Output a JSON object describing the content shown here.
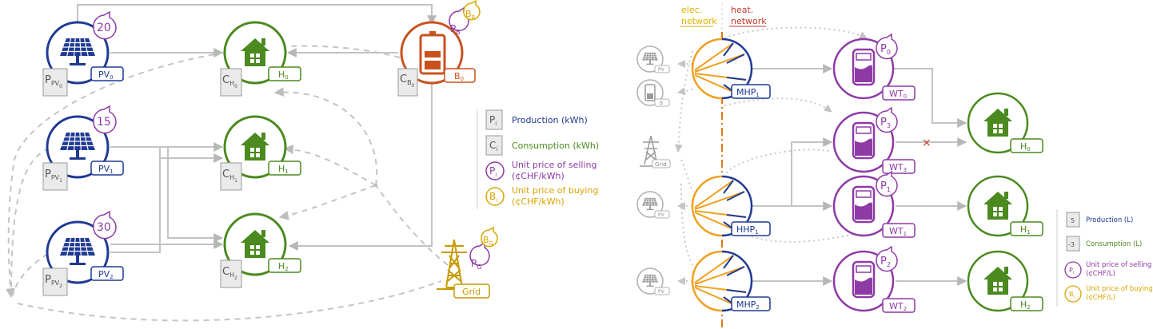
{
  "colors": {
    "blue": "#1f3a93",
    "green": "#4a8a1e",
    "purple": "#8e3aa6",
    "orange": "#c8511e",
    "gold": "#d9a400",
    "gray": "#b7b7b7",
    "darkgray": "#8c8c8c",
    "red": "#c0392b"
  },
  "left": {
    "pv_units": [
      {
        "price": "20",
        "tag": "PV",
        "tag_sub": "0",
        "prod": "P",
        "prod_sub": "PV",
        "prod_subsub": "0"
      },
      {
        "price": "15",
        "tag": "PV",
        "tag_sub": "1",
        "prod": "P",
        "prod_sub": "PV",
        "prod_subsub": "1"
      },
      {
        "price": "30",
        "tag": "PV",
        "tag_sub": "2",
        "prod": "P",
        "prod_sub": "PV",
        "prod_subsub": "2"
      }
    ],
    "houses": [
      {
        "tag": "H",
        "tag_sub": "0",
        "cons": "C",
        "cons_sub": "H",
        "cons_subsub": "0"
      },
      {
        "tag": "H",
        "tag_sub": "1",
        "cons": "C",
        "cons_sub": "H",
        "cons_subsub": "1"
      },
      {
        "tag": "H",
        "tag_sub": "2",
        "cons": "C",
        "cons_sub": "H",
        "cons_subsub": "2"
      }
    ],
    "battery": {
      "tag": "B",
      "tag_sub": "0",
      "cons": "C",
      "cons_sub": "B",
      "cons_subsub": "0",
      "sell": "P",
      "sell_sub": "B",
      "buy": "B",
      "buy_sub": "B"
    },
    "grid": {
      "label": "Grid",
      "sell": "P",
      "sell_sub": "G",
      "buy": "B",
      "buy_sub": "G"
    },
    "legend": [
      {
        "sym": "P",
        "sub": "i",
        "text": "Production (kWh)",
        "color": "#1f3a93"
      },
      {
        "sym": "C",
        "sub": "i",
        "text": "Consumption (kWh)",
        "color": "#4a8a1e"
      },
      {
        "sym": "P",
        "sub": "i",
        "text": "Unit price of selling",
        "text2": "(¢CHF/kWh)",
        "color": "#8e3aa6"
      },
      {
        "sym": "B",
        "sub": "i",
        "text": "Unit price of buying",
        "text2": "(¢CHF/kWh)",
        "color": "#d9a400"
      }
    ]
  },
  "right": {
    "network_elec": "elec.",
    "network_elec2": "network",
    "network_heat": "heat.",
    "network_heat2": "network",
    "pumps": [
      {
        "tag": "MHP",
        "tag_sub": "1"
      },
      {
        "tag": "HHP",
        "tag_sub": "1"
      },
      {
        "tag": "MHP",
        "tag_sub": "2"
      }
    ],
    "tanks": [
      {
        "price": "P",
        "price_sub": "0",
        "tag": "WT",
        "tag_sub": "0"
      },
      {
        "price": "P",
        "price_sub": "3",
        "tag": "WT",
        "tag_sub": "3"
      },
      {
        "price": "P",
        "price_sub": "1",
        "tag": "WT",
        "tag_sub": "1"
      },
      {
        "price": "P",
        "price_sub": "2",
        "tag": "WT",
        "tag_sub": "2"
      }
    ],
    "houses": [
      {
        "tag": "H",
        "tag_sub": "0"
      },
      {
        "tag": "H",
        "tag_sub": "1"
      },
      {
        "tag": "H",
        "tag_sub": "2"
      }
    ],
    "small_labels": {
      "pv": "PV",
      "batt": "B",
      "grid": "Grid"
    },
    "legend": [
      {
        "sym": "5",
        "text": "Production (L)",
        "color": "#1f3a93"
      },
      {
        "sym": "-3",
        "text": "Consumption (L)",
        "color": "#4a8a1e"
      },
      {
        "sym": "P",
        "sub": "i",
        "text": "Unit price of selling",
        "text2": "(¢CHF/L)",
        "color": "#8e3aa6"
      },
      {
        "sym": "B",
        "sub": "i",
        "text": "Unit price of buying",
        "text2": "(¢CHF/L)",
        "color": "#d9a400"
      }
    ]
  }
}
